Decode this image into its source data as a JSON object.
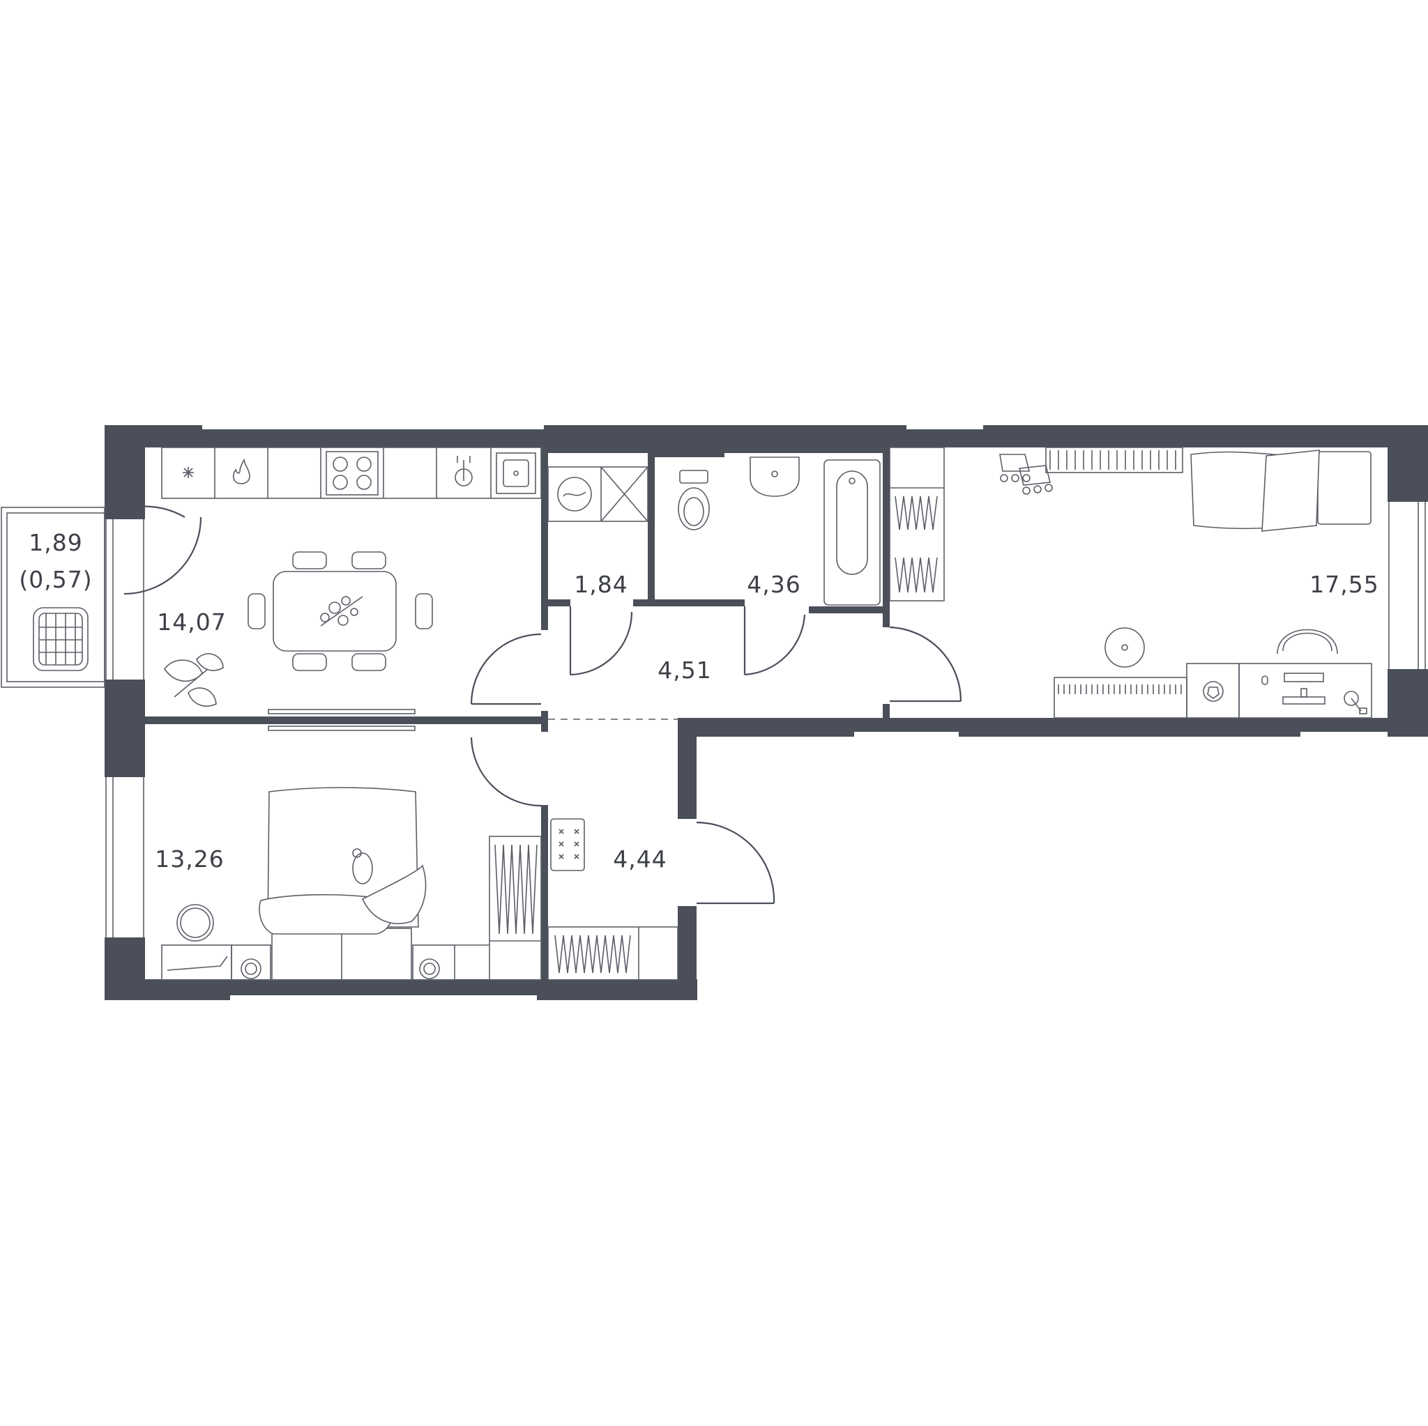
{
  "plan": {
    "rooms": [
      {
        "id": "balcony",
        "area": "1,89",
        "area_secondary": "(0,57)"
      },
      {
        "id": "kitchen-living",
        "area": "14,07"
      },
      {
        "id": "laundry",
        "area": "1,84"
      },
      {
        "id": "bathroom",
        "area": "4,36"
      },
      {
        "id": "hallway",
        "area": "4,51"
      },
      {
        "id": "bedroom-large",
        "area": "17,55"
      },
      {
        "id": "bedroom-small",
        "area": "13,26"
      },
      {
        "id": "entry-hall",
        "area": "4,44"
      }
    ],
    "colors": {
      "wall": "#4a4f59",
      "line": "#5a5e66",
      "text": "#3d4047",
      "background": "#ffffff"
    }
  }
}
